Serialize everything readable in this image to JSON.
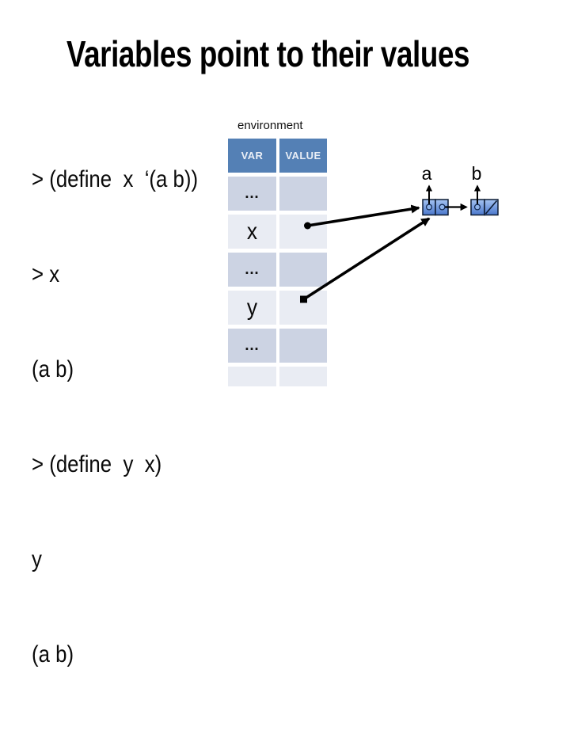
{
  "title": "Variables point to their values",
  "code_lines": [
    "> (define  x  ‘(a b))",
    "> x",
    "(a b)",
    "> (define  y  x)",
    "y",
    "(a b)"
  ],
  "environment": {
    "label": "environment",
    "columns": [
      "VAR",
      "VALUE"
    ],
    "rows": [
      {
        "var": "…",
        "value": ""
      },
      {
        "var": "x",
        "value": ""
      },
      {
        "var": "…",
        "value": ""
      },
      {
        "var": "y",
        "value": ""
      },
      {
        "var": "…",
        "value": ""
      },
      {
        "var": "",
        "value": ""
      }
    ]
  },
  "diagram": {
    "cell_labels": [
      "a",
      "b"
    ],
    "colors": {
      "table_header_bg": "#5480b5",
      "table_row_dark": "#ccd3e3",
      "table_row_light": "#e9ecf3",
      "cons_fill_light": "#a6c4f2",
      "cons_fill_dark": "#4a77cc",
      "cons_border": "#0d1b33",
      "arrow": "#000000"
    }
  }
}
